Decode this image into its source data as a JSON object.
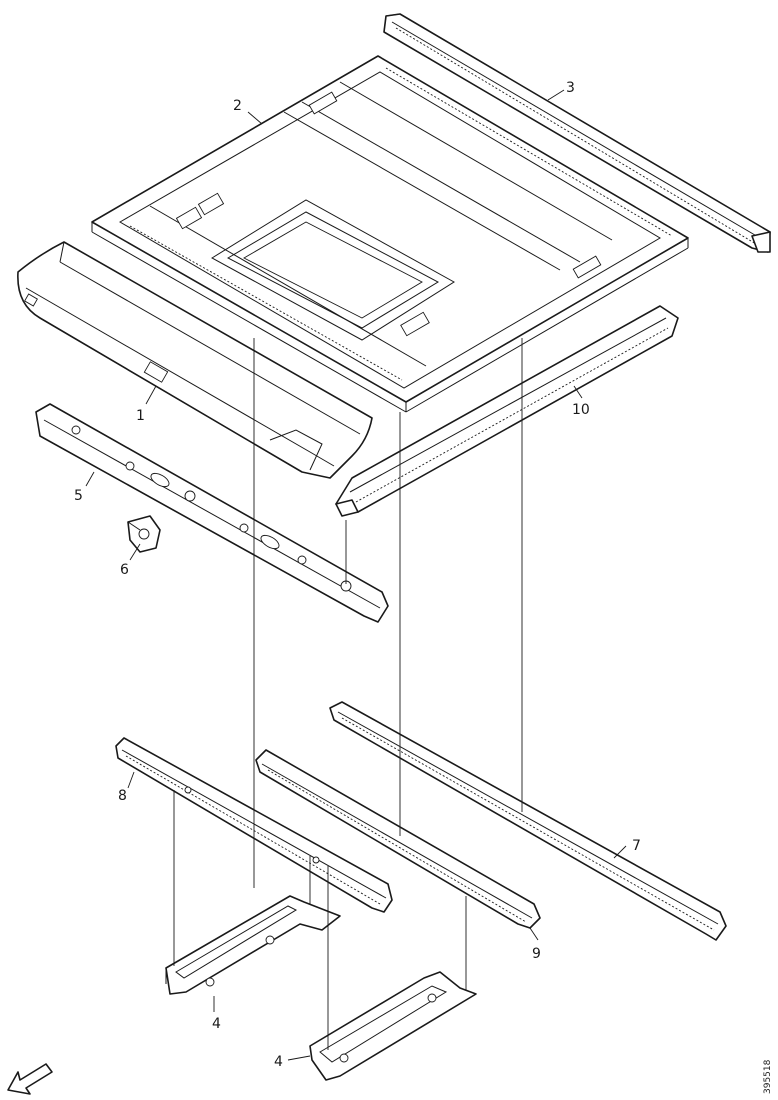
{
  "callouts": {
    "c1": "1",
    "c2": "2",
    "c3": "3",
    "c4a": "4",
    "c4b": "4",
    "c5": "5",
    "c6": "6",
    "c7": "7",
    "c8": "8",
    "c9": "9",
    "c10": "10"
  },
  "reference_code": "395518",
  "icons": {
    "orientation": "orientation-arrow-icon"
  }
}
